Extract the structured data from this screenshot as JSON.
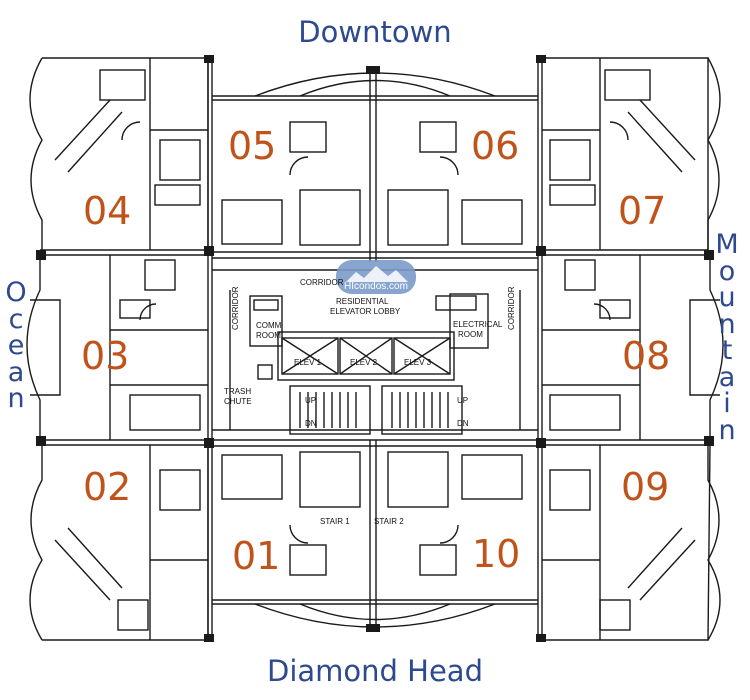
{
  "directions": {
    "top": "Downtown",
    "bottom": "Diamond Head",
    "left": "Ocean",
    "right": "Mountain"
  },
  "units": [
    "01",
    "02",
    "03",
    "04",
    "05",
    "06",
    "07",
    "08",
    "09",
    "10"
  ],
  "labels": {
    "corridor": "CORRIDOR",
    "lobby_1": "RESIDENTIAL",
    "lobby_2": "ELEVATOR LOBBY",
    "comm_1": "COMM",
    "comm_2": "ROOM",
    "electrical_1": "ELECTRICAL",
    "electrical_2": "ROOM",
    "elev_1": "ELEV 1",
    "elev_2": "ELEV 2",
    "elev_3": "ELEV 3",
    "trash_1": "TRASH",
    "trash_2": "CHUTE",
    "up": "UP",
    "dn": "DN",
    "stair_1": "STAIR 1",
    "stair_2": "STAIR 2"
  },
  "logo": {
    "text": "HIcondos.com"
  },
  "colors": {
    "direction_text": "#2e4a8f",
    "unit_number": "#c0531a",
    "plan_lines": "#1a1a1a",
    "logo_fill": "#7a9bc9"
  }
}
